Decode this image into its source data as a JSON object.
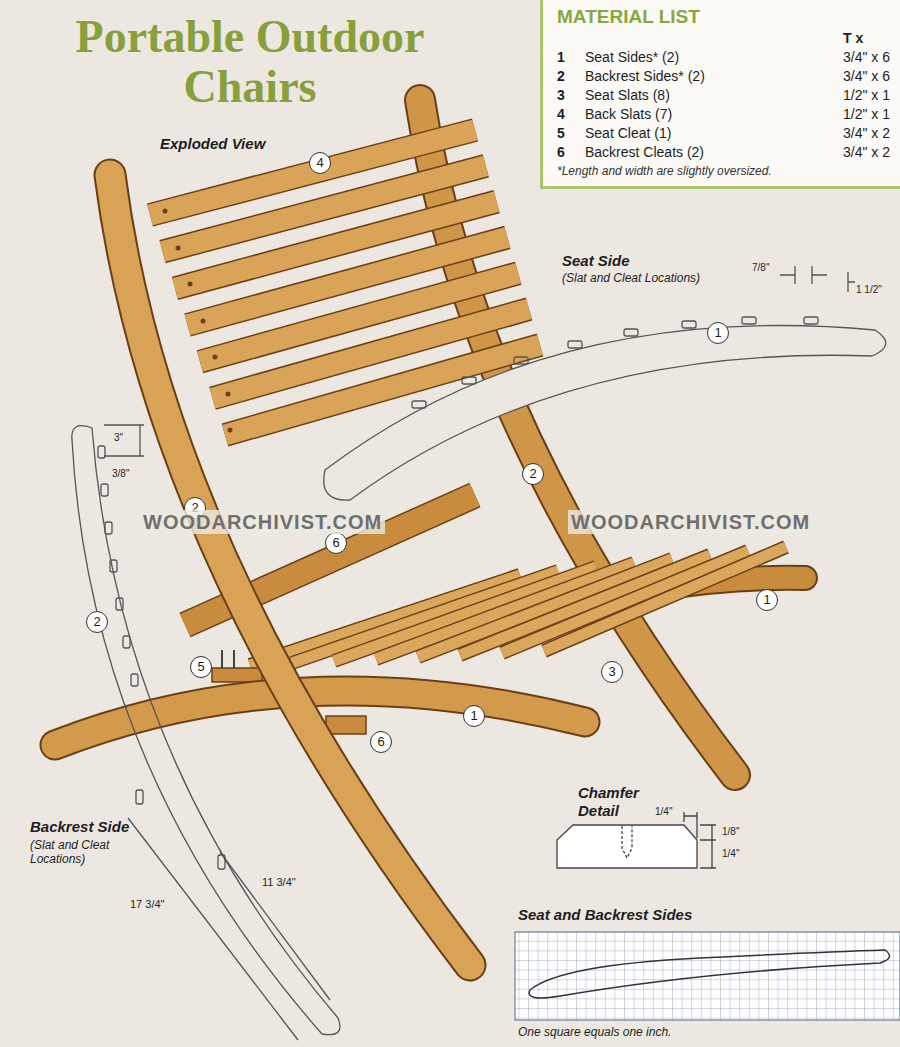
{
  "diagram": {
    "title": "Portable Outdoor Chairs",
    "nodes": [
      {
        "text": [
          "MATERIAL LIST",
          "T x",
          "1",
          "Seat Sides* (2)",
          "3/4\" x 6",
          "2",
          "Backrest Sides* (2)",
          "3/4\" x 6",
          "3",
          "Seat Slats (8)",
          "1/2\" x 1",
          "4",
          "Back Slats (7)",
          "1/2\" x 1",
          "5",
          "Seat Cleat (1)",
          "3/4\" x 2",
          "6",
          "Backrest Cleats (2)",
          "3/4\" x 2",
          "*Length and width are slightly oversized."
        ]
      }
    ],
    "edges": [],
    "labels": [
      "Exploded View",
      "Seat Side",
      "(Slat and Cleat Locations)",
      "7/8\"",
      "1 1/2\"",
      "4",
      "1",
      "2",
      "2",
      "6",
      "1",
      "5",
      "3",
      "1",
      "6",
      "2",
      "3\"",
      "3/8\"",
      "WOODARCHIVIST.COM",
      "WOODARCHIVIST.COM",
      "Backrest Side",
      "(Slat and Cleat Locations)",
      "17 3/4\"",
      "11 3/4\"",
      "Chamfer Detail",
      "1/4\"",
      "1/8\"",
      "1/4\"",
      "Seat and Backrest Sides",
      "One square equals one inch."
    ]
  }
}
